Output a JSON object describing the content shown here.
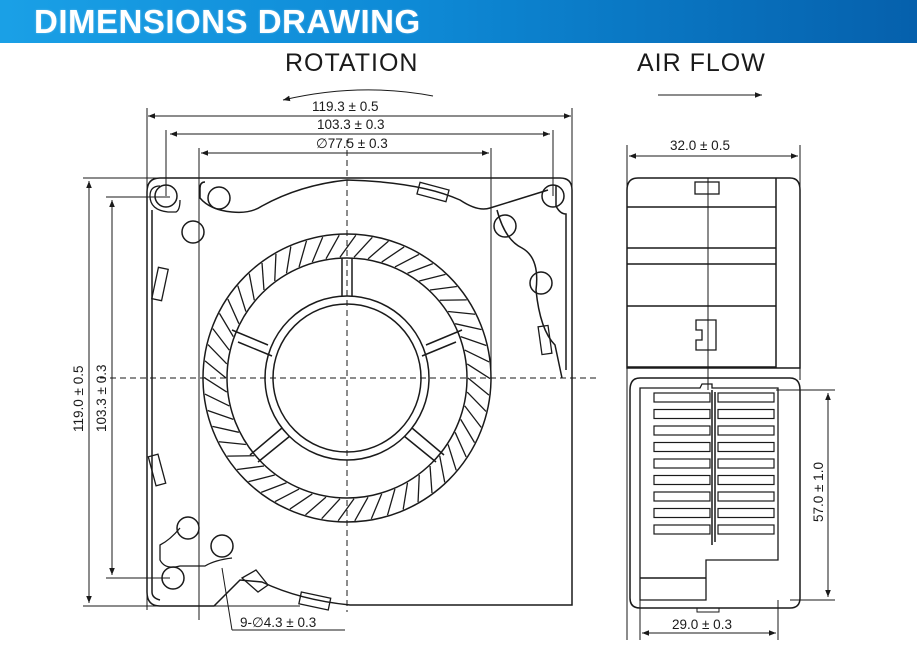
{
  "header": {
    "title": "DIMENSIONS DRAWING",
    "accent_color": "#0e8ad6"
  },
  "front_view": {
    "label": "ROTATION",
    "rotation_direction": "counter-clockwise",
    "dimensions": {
      "overall_width": "119.3 ± 0.5",
      "hole_spacing_horizontal": "103.3 ± 0.3",
      "impeller_diameter": "∅77.5 ± 0.3",
      "overall_height": "119.0 ± 0.5",
      "hole_spacing_vertical": "103.3 ± 0.3",
      "mounting_holes": "9-∅4.3 ± 0.3"
    }
  },
  "side_view": {
    "label": "AIR FLOW",
    "dimensions": {
      "depth": "32.0 ± 0.5",
      "outlet_height": "57.0 ± 1.0",
      "outlet_width": "29.0 ± 0.3"
    }
  }
}
